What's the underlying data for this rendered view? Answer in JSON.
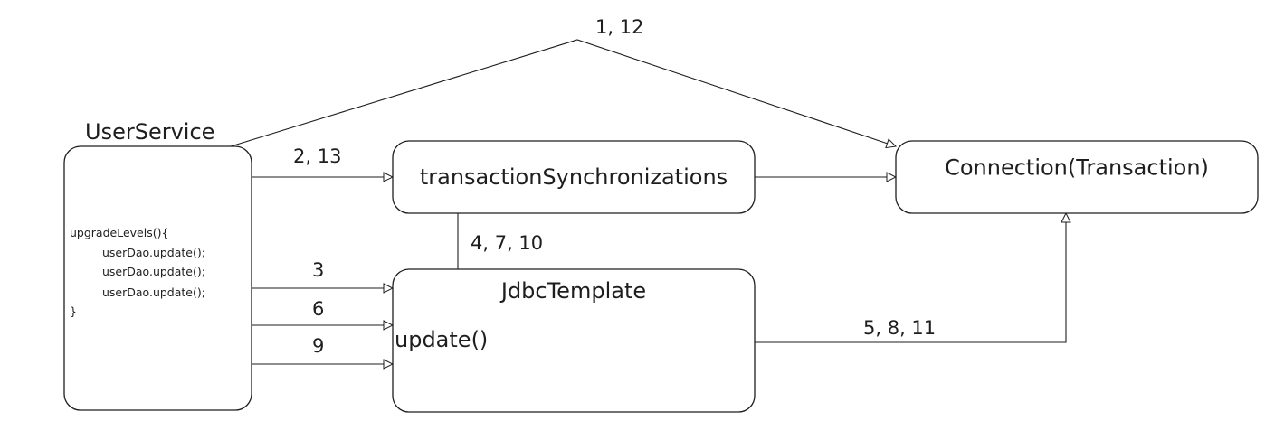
{
  "nodes": {
    "user_service": {
      "title": "UserService",
      "code": [
        "upgradeLevels(){",
        "userDao.update();",
        "userDao.update();",
        "userDao.update();",
        "}"
      ]
    },
    "transaction_synchronizations": {
      "title": "transactionSynchronizations"
    },
    "connection": {
      "title": "Connection(Transaction)"
    },
    "jdbc_template": {
      "title": "JdbcTemplate",
      "method": "update()"
    }
  },
  "edges": {
    "service_to_connection": "1, 12",
    "service_to_sync": "2, 13",
    "call_1": "3",
    "call_2": "6",
    "call_3": "9",
    "jdbc_to_sync": "4, 7, 10",
    "jdbc_to_connection": "5, 8, 11"
  },
  "colors": {
    "stroke": "#1e1e1e",
    "background": "#ffffff"
  }
}
